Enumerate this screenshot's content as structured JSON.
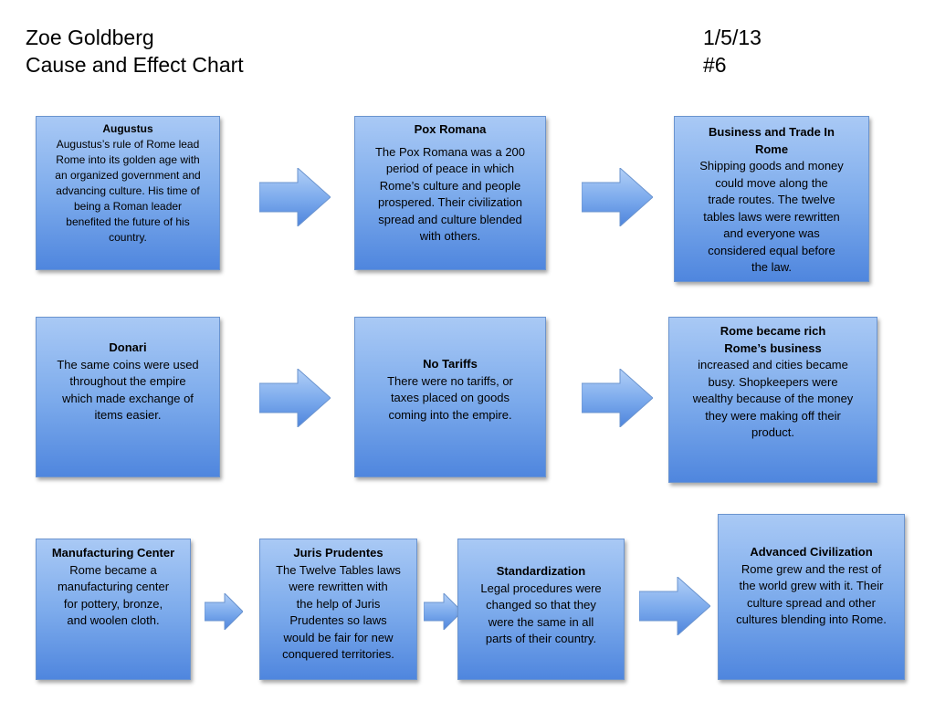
{
  "header": {
    "name": "Zoe Goldberg",
    "subtitle": "Cause and Effect Chart",
    "date": "1/5/13",
    "number": "#6"
  },
  "boxes": [
    {
      "title": "Augustus",
      "lines": [
        "Augustus’s rule of Rome lead",
        "Rome into its golden age with",
        "an organized government and",
        "advancing culture. His time of",
        "being a Roman leader",
        "benefited the future of his",
        "country."
      ]
    },
    {
      "title": "Pox Romana",
      "lines": [
        "",
        "The Pox Romana was a 200",
        "period of peace in which",
        "Rome’s culture and people",
        "prospered. Their civilization",
        "spread and culture blended",
        "with others."
      ]
    },
    {
      "title": "Business and Trade In",
      "title2": "Rome",
      "lines": [
        "Shipping goods and money",
        "could move along the",
        "trade routes. The twelve",
        "tables laws were rewritten",
        "and everyone was",
        "considered equal before",
        "the law."
      ]
    },
    {
      "title": "Donari",
      "lines": [
        "The same coins were used",
        "throughout the empire",
        "which made exchange of",
        "items easier."
      ]
    },
    {
      "title": "No Tariffs",
      "lines": [
        "There were no tariffs, or",
        "taxes placed on goods",
        "coming into the empire."
      ]
    },
    {
      "title": "Rome became rich",
      "title2": "Rome’s business",
      "lines": [
        "increased and cities became",
        "busy. Shopkeepers were",
        "wealthy because of the money",
        "they were making off their",
        "product."
      ]
    },
    {
      "title": "Manufacturing Center",
      "lines": [
        "Rome became a",
        "manufacturing center",
        "for pottery, bronze,",
        "and woolen cloth."
      ]
    },
    {
      "title": "Juris Prudentes",
      "lines": [
        "The Twelve Tables laws",
        "were rewritten with",
        "the help of Juris",
        "Prudentes so laws",
        "would be fair for new",
        "conquered territories."
      ]
    },
    {
      "title": "Standardization",
      "lines": [
        "Legal procedures were",
        "changed so that they",
        "were the same in all",
        "parts of their country."
      ]
    },
    {
      "title": "Advanced Civilization",
      "lines": [
        "Rome grew and the rest of",
        "the world grew with it. Their",
        "culture spread and other",
        "cultures blending into Rome."
      ]
    }
  ]
}
